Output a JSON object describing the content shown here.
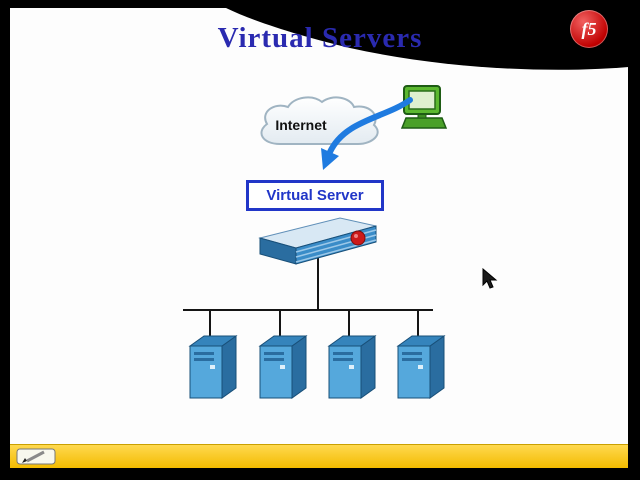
{
  "slide": {
    "title": "Virtual Servers",
    "logo_text": "f5"
  },
  "diagram": {
    "internet_label": "Internet",
    "virtual_server_label": "Virtual Server",
    "server_count": 4
  },
  "icons": {
    "toolbar_tool": "annotation-pen-icon",
    "pointer": "arrow-cursor-icon",
    "client": "workstation-icon"
  },
  "colors": {
    "title_blue": "#2a2ab0",
    "accent_blue": "#2136c8",
    "arrow_blue": "#1f7be0",
    "server_front_blue": "#55a8dc",
    "server_top_blue": "#3584bc",
    "server_side_blue": "#2a6da0",
    "appliance_blue": "#3a8cc8",
    "computer_green": "#5cb830",
    "logo_red": "#cc1a1a",
    "toolbar_yellow": "#ffc90a"
  }
}
